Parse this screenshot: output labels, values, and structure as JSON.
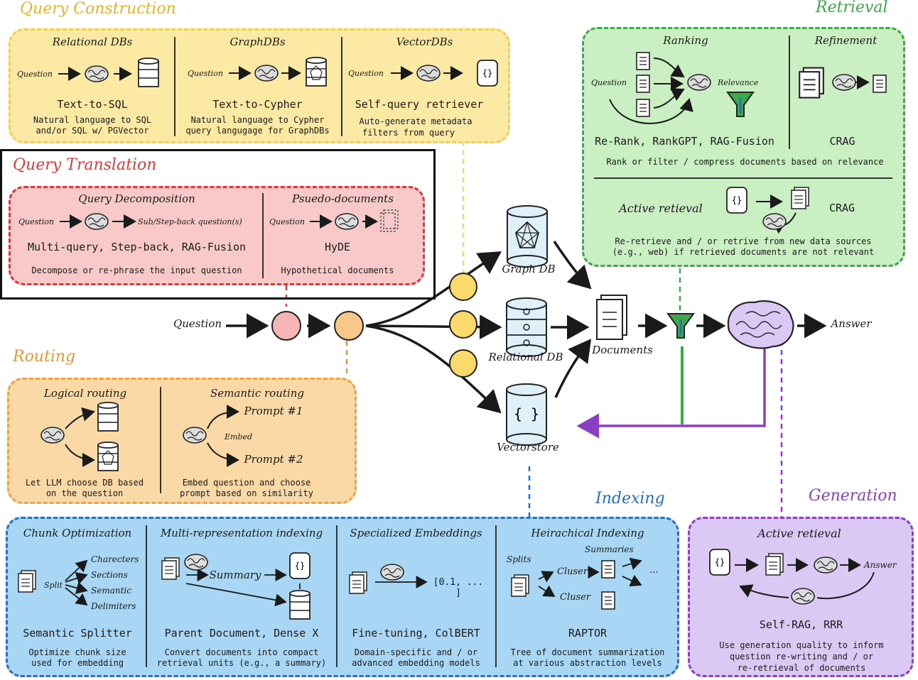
{
  "sections": {
    "query_construction": "Query Construction",
    "query_translation": "Query Translation",
    "routing": "Routing",
    "retrieval": "Retrieval",
    "indexing": "Indexing",
    "generation": "Generation"
  },
  "qc": {
    "relational": {
      "title": "Relational DBs",
      "question": "Question",
      "method": "Text-to-SQL",
      "desc1": "Natural language to SQL",
      "desc2": "and/or SQL w/ PGVector"
    },
    "graph": {
      "title": "GraphDBs",
      "question": "Question",
      "method": "Text-to-Cypher",
      "desc1": "Natural language to Cypher",
      "desc2": "query langugage for GraphDBs"
    },
    "vector": {
      "title": "VectorDBs",
      "question": "Question",
      "method": "Self-query retriever",
      "desc1": "Auto-generate metadata",
      "desc2": "filters from query"
    }
  },
  "qt": {
    "decomp": {
      "title": "Query Decomposition",
      "question": "Question",
      "sub": "Sub/Step-back question(s)",
      "method": "Multi-query, Step-back, RAG-Fusion",
      "desc": "Decompose or re-phrase the input question"
    },
    "pseudo": {
      "title": "Psuedo-documents",
      "question": "Question",
      "method": "HyDE",
      "desc": "Hypothetical documents"
    }
  },
  "routing": {
    "logical": {
      "title": "Logical routing",
      "desc1": "Let LLM choose DB based",
      "desc2": "on the question"
    },
    "semantic": {
      "title": "Semantic routing",
      "prompt1": "Prompt #1",
      "embed": "Embed",
      "prompt2": "Prompt #2",
      "desc1": "Embed question and choose",
      "desc2": "prompt based on similarity"
    }
  },
  "retrieval": {
    "ranking": {
      "title": "Ranking",
      "question": "Question",
      "relevance": "Relevance",
      "method": "Re-Rank, RankGPT, RAG-Fusion"
    },
    "refinement": {
      "title": "Refinement",
      "method": "CRAG"
    },
    "rank_desc": "Rank or filter / compress documents based on relevance",
    "active": {
      "title": "Active retieval",
      "method": "CRAG",
      "desc1": "Re-retrieve and / or retrive from new data sources",
      "desc2": "(e.g., web) if retrieved documents are not relevant"
    }
  },
  "center": {
    "question": "Question",
    "graph_db": "Graph DB",
    "relational_db": "Relational DB",
    "vectorstore": "Vectorstore",
    "documents": "Documents",
    "answer": "Answer"
  },
  "indexing": {
    "chunk": {
      "title": "Chunk Optimization",
      "split": "Split",
      "i1": "Charecters",
      "i2": "Sections",
      "i3": "Semantic",
      "i4": "Delimiters",
      "method": "Semantic Splitter",
      "desc1": "Optimize chunk size",
      "desc2": "used for embedding"
    },
    "multi": {
      "title": "Multi-representation indexing",
      "summary": "Summary",
      "method": "Parent Document, Dense X",
      "desc1": "Convert documents into compact",
      "desc2": "retrieval units (e.g., a summary)"
    },
    "special": {
      "title": "Specialized Embeddings",
      "vec": "[0.1, ... ]",
      "method": "Fine-tuning, ColBERT",
      "desc1": "Domain-specific and / or",
      "desc2": "advanced embedding models"
    },
    "hier": {
      "title": "Heirachical Indexing",
      "splits": "Splits",
      "summaries": "Summaries",
      "cluster1": "Cluser",
      "cluster2": "Cluser",
      "dots": "...",
      "method": "RAPTOR",
      "desc1": "Tree of document summarization",
      "desc2": "at various abstraction levels"
    }
  },
  "generation": {
    "title": "Active retieval",
    "answer": "Answer",
    "method": "Self-RAG, RRR",
    "desc1": "Use generation quality to inform",
    "desc2": "question re-writing and / or",
    "desc3": "re-retrieval of documents"
  },
  "colors": {
    "yellow_fill": "#fbe9a4",
    "yellow_border": "#e6c34d",
    "red_fill": "#f9c9c9",
    "red_border": "#d83b3b",
    "orange_fill": "#fbd9a6",
    "orange_border": "#e39a34",
    "green_fill": "#c9efc2",
    "green_border": "#3ea84a",
    "blue_fill": "#a9d6f5",
    "blue_border": "#2a6fb8",
    "purple_fill": "#dcc8f5",
    "purple_border": "#8b3fc2",
    "circle_yellow": "#fbd96b",
    "circle_pink": "#f6b4b4",
    "circle_orange": "#f8c88a"
  }
}
